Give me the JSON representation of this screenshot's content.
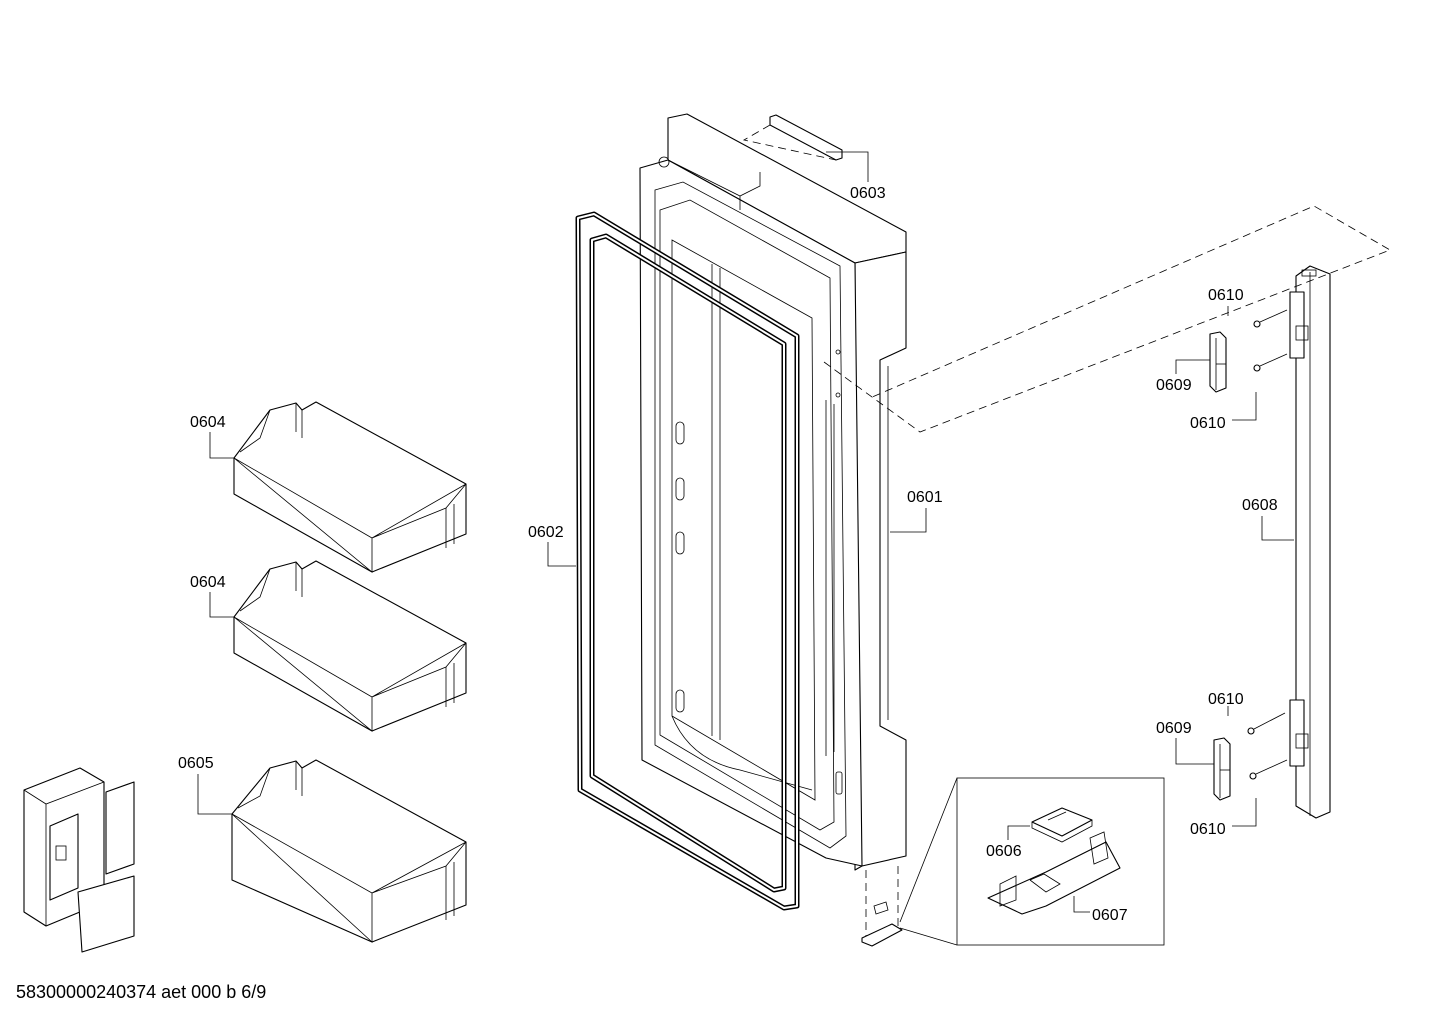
{
  "diagram": {
    "labels": {
      "l0601": "0601",
      "l0602": "0602",
      "l0603": "0603",
      "l0604a": "0604",
      "l0604b": "0604",
      "l0605": "0605",
      "l0606": "0606",
      "l0607": "0607",
      "l0608": "0608",
      "l0609a": "0609",
      "l0609b": "0609",
      "l0610a": "0610",
      "l0610b": "0610",
      "l0610c": "0610",
      "l0610d": "0610"
    },
    "footer": "58300000240374 aet 000 b 6/9"
  }
}
